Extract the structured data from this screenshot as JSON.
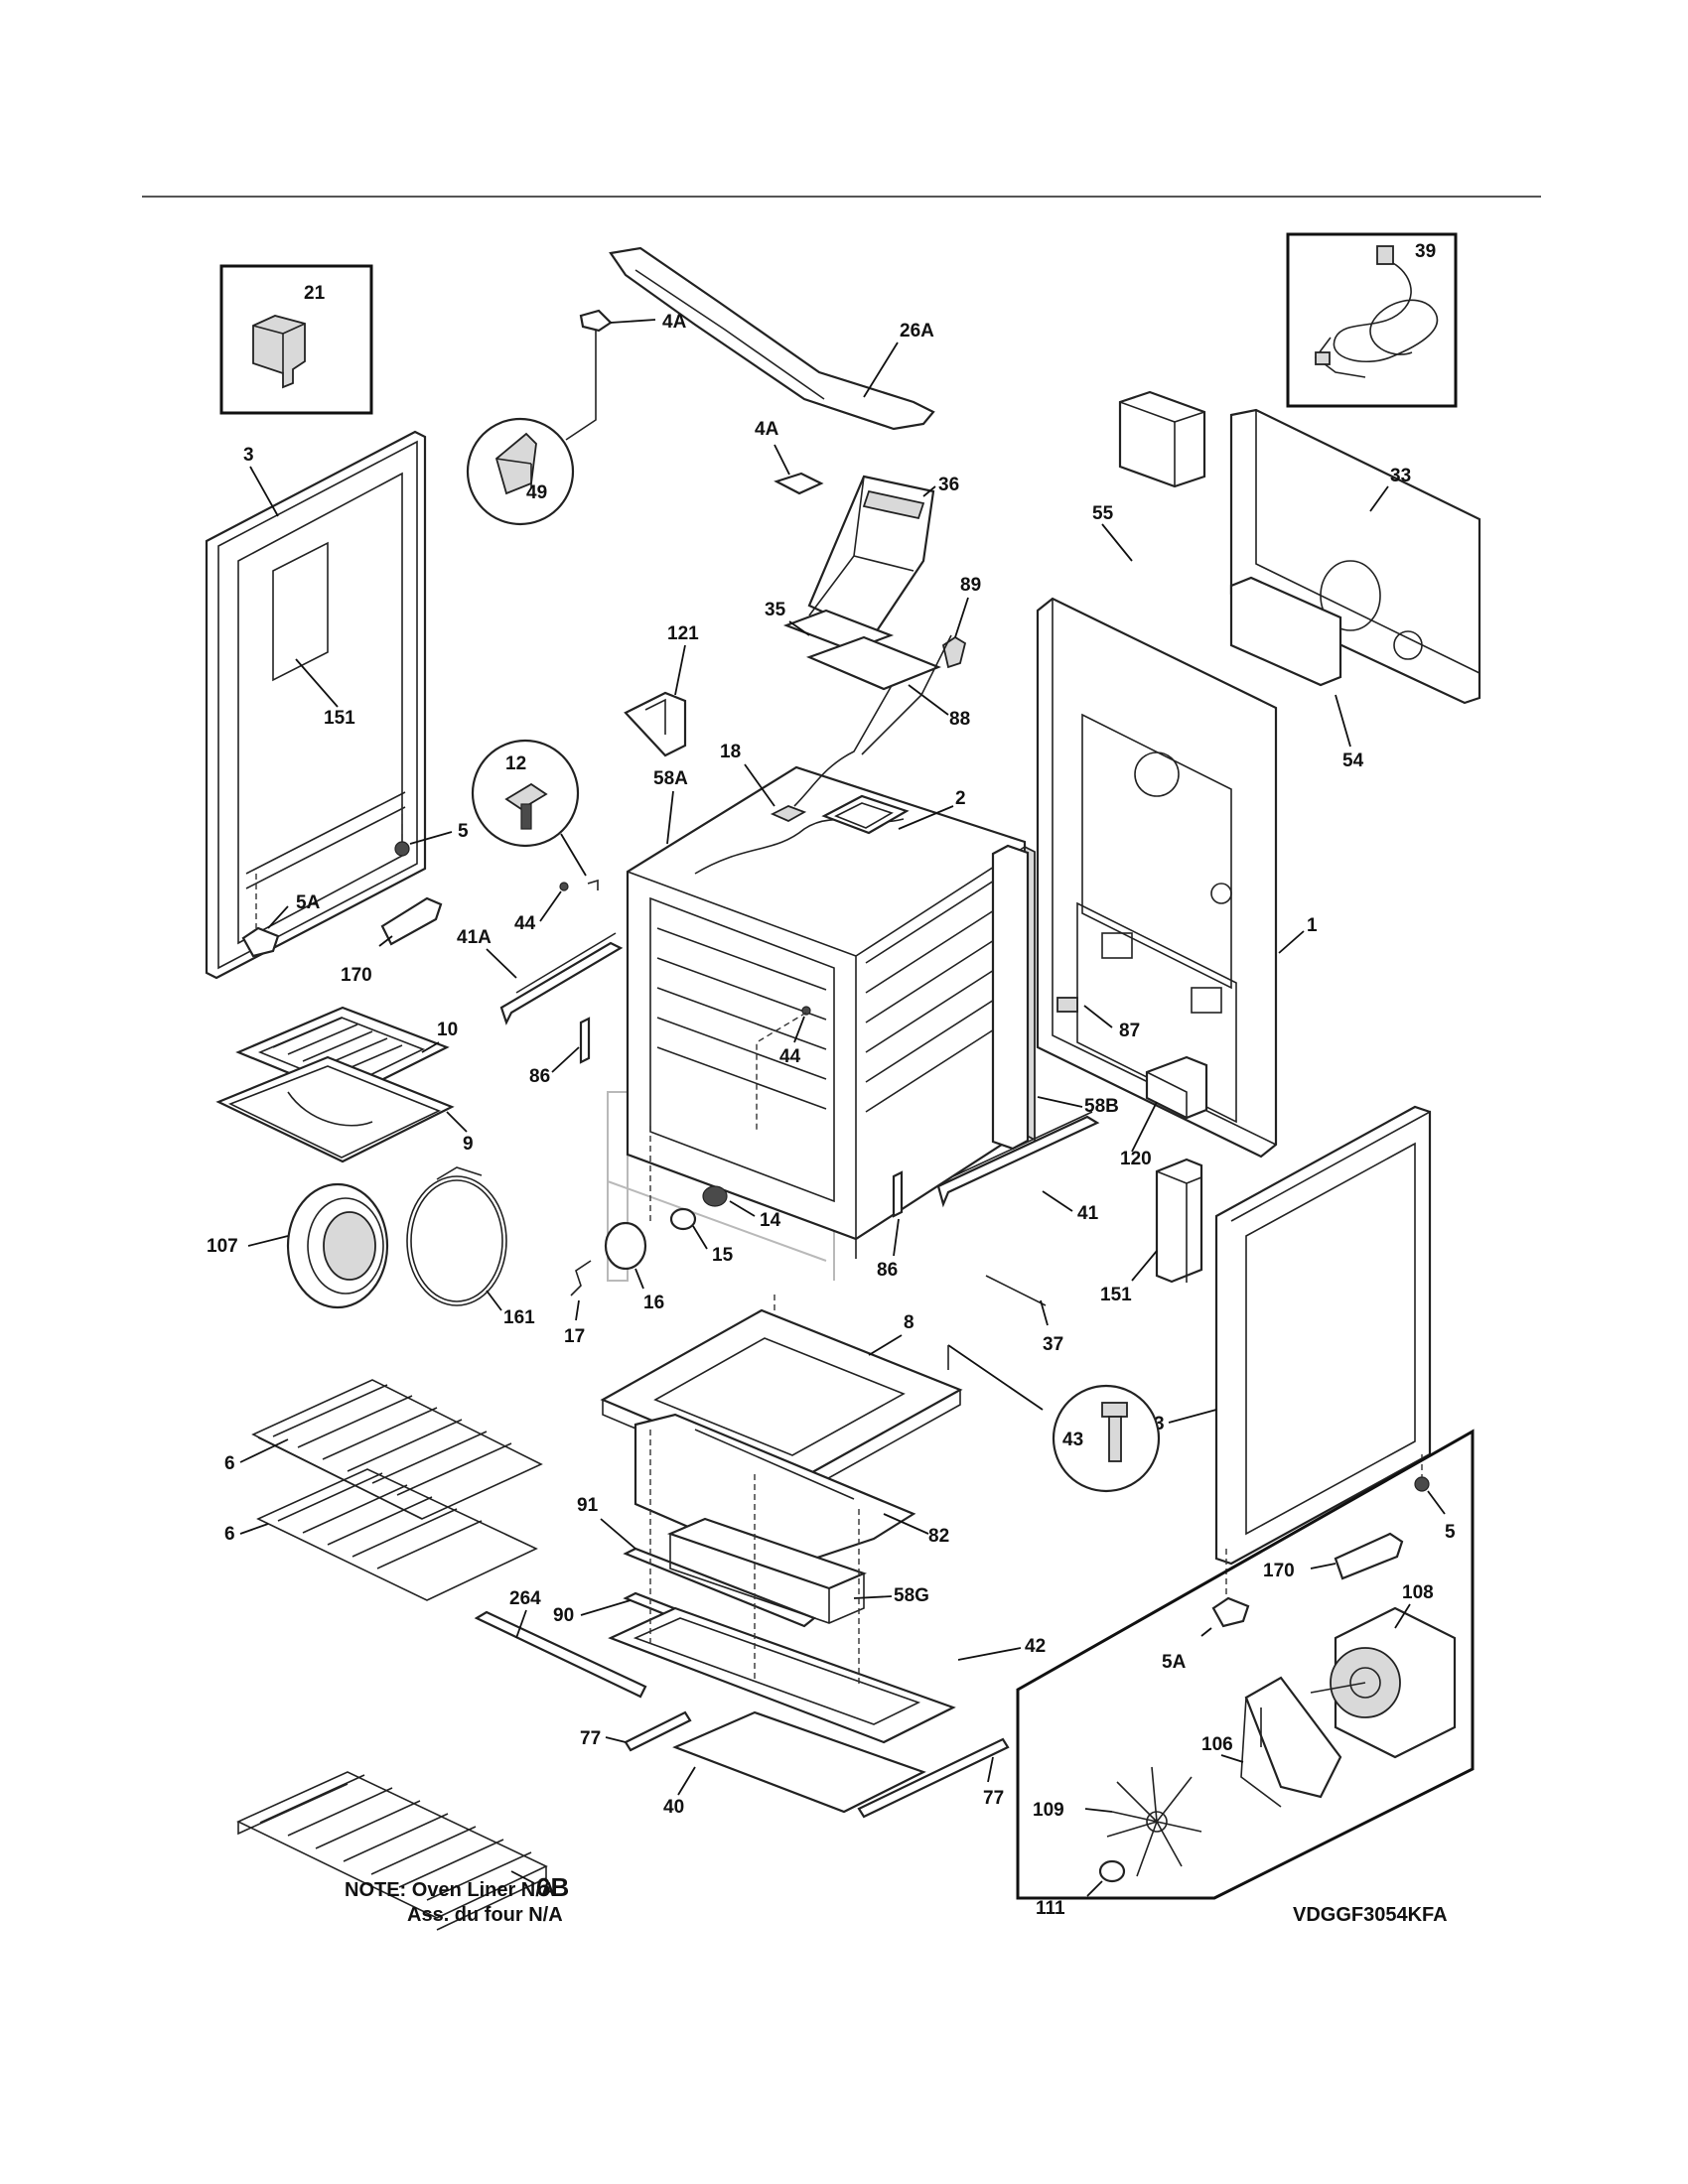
{
  "model": "VDGGF3054KFA",
  "note_line1": "NOTE: Oven Liner N/A",
  "note_line2": "Ass. du four N/A",
  "labels": {
    "l21": "21",
    "l39": "39",
    "l26A": "26A",
    "l4A_top": "4A",
    "l4A_mid": "4A",
    "l49": "49",
    "l3_left": "3",
    "l36": "36",
    "l33": "33",
    "l55": "55",
    "l35": "35",
    "l89": "89",
    "l151_left": "151",
    "l121": "121",
    "l88": "88",
    "l54": "54",
    "l12": "12",
    "l18": "18",
    "l58A": "58A",
    "l2": "2",
    "l5_left": "5",
    "l5A_left": "5A",
    "l44_left": "44",
    "l41A": "41A",
    "l1": "1",
    "l170_left": "170",
    "l10": "10",
    "l44_mid": "44",
    "l87": "87",
    "l86_left": "86",
    "l58B": "58B",
    "l9": "9",
    "l120": "120",
    "l14": "14",
    "l41": "41",
    "l107": "107",
    "l15": "15",
    "l86_mid": "86",
    "l151_right": "151",
    "l16": "16",
    "l161": "161",
    "l17": "17",
    "l37": "37",
    "l8": "8",
    "l3_right": "3",
    "l43": "43",
    "l6_top": "6",
    "l6_bot": "6",
    "l82": "82",
    "l5_right": "5",
    "l91": "91",
    "l170_right": "170",
    "l264": "264",
    "l58G": "58G",
    "l108": "108",
    "l90": "90",
    "l42": "42",
    "l5A_right": "5A",
    "l106": "106",
    "l77_left": "77",
    "l77_right": "77",
    "l40": "40",
    "l109": "109",
    "l6B": "6B",
    "l111": "111"
  }
}
